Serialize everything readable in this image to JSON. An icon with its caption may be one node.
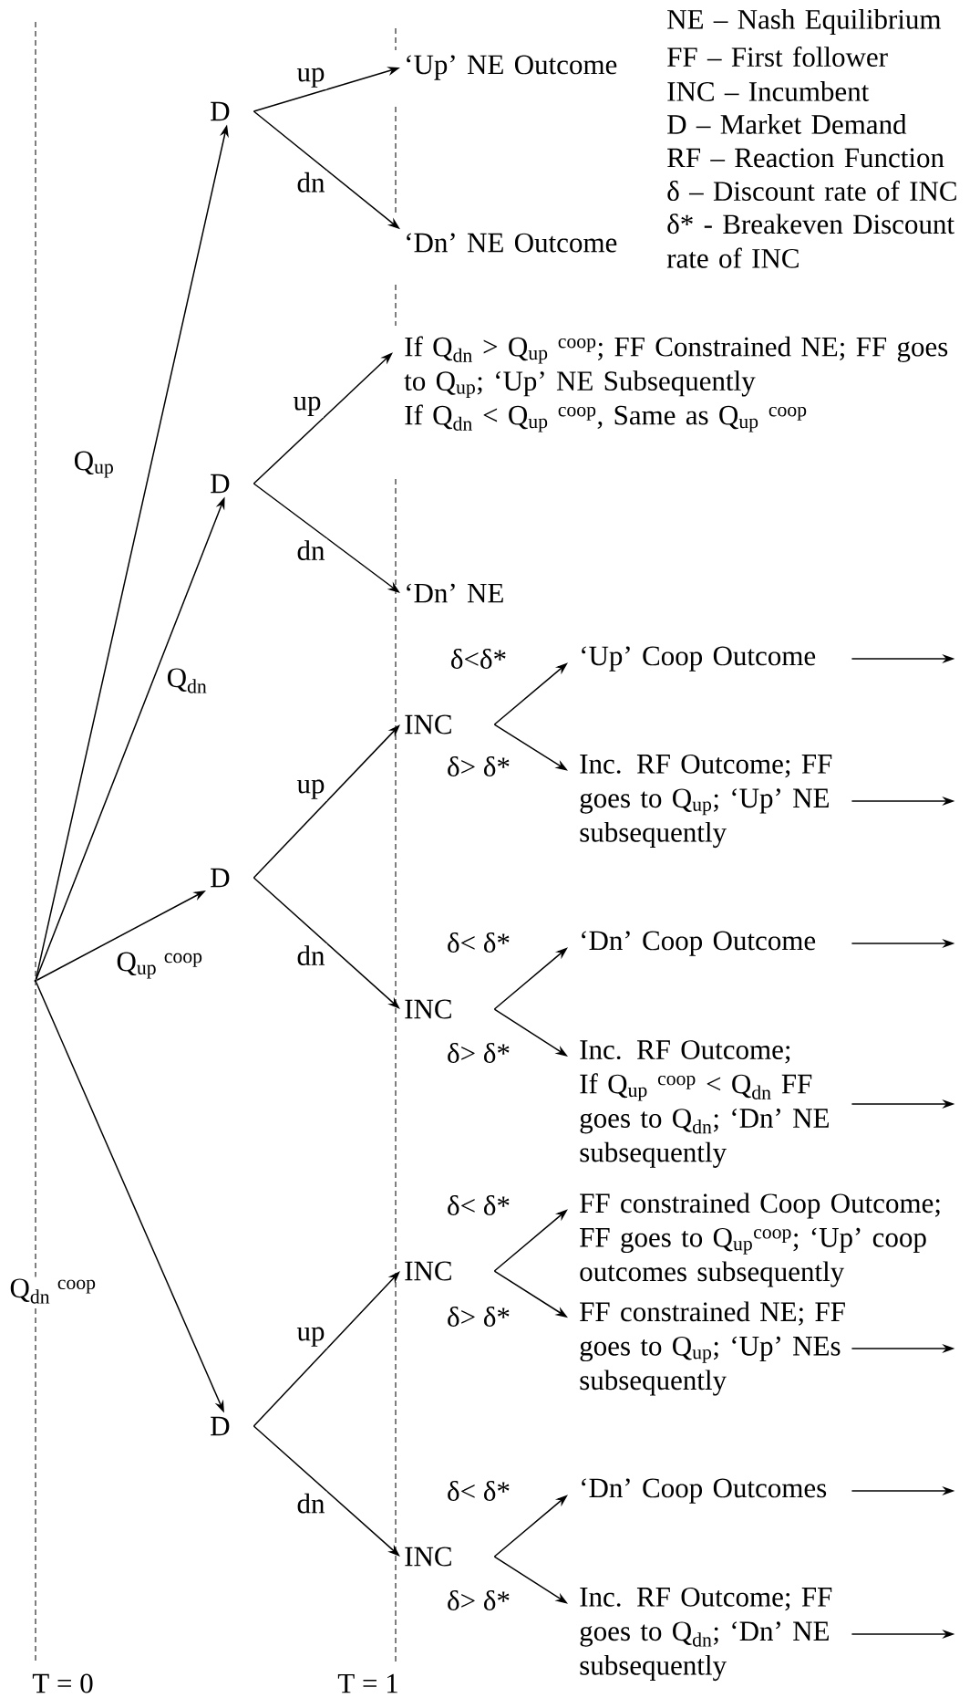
{
  "diagram": {
    "nodes": [
      {
        "text": [],
        "shape": "point"
      },
      {
        "text": [
          "D"
        ]
      },
      {
        "text": [
          "‘Up’ NE Outcome"
        ]
      },
      {
        "text": [
          "‘Dn’ NE Outcome"
        ]
      },
      {
        "text": [
          "D"
        ]
      },
      {
        "text": [
          "If Q$_{dn}$ > Q$_{up}$ $^{coop}$; FF Constrained NE; FF goes to Q$_{up}$; ‘Up’ NE Subsequently",
          "If Q$_{dn}$ < Q$_{up}$ $^{coop}$, Same as Q$_{up}$ $^{coop}$"
        ]
      },
      {
        "text": [
          "‘Dn’ NE"
        ]
      },
      {
        "text": [
          "D"
        ]
      },
      {
        "text": [
          "INC"
        ]
      },
      {
        "text": [
          "‘Up’ Coop Outcome"
        ]
      },
      {
        "text": [
          "Inc. RF Outcome; FF goes to Q$_{up}$; ‘Up’ NE subsequently"
        ]
      },
      {
        "text": [
          "INC"
        ]
      },
      {
        "text": [
          "‘Dn’ Coop Outcome"
        ]
      },
      {
        "text": [
          "Inc. RF Outcome; If Q$_{up}$ $^{coop}$ < Q$_{dn}$ FF goes to Q$_{dn}$; ‘Dn’ NE subsequently"
        ]
      },
      {
        "text": [
          "D"
        ]
      },
      {
        "text": [
          "INC"
        ]
      },
      {
        "text": [
          "FF constrained Coop Outcome; FF goes to Q$_{up}$$^{coop}$; ‘Up’ coop outcomes subsequently"
        ]
      },
      {
        "text": [
          "FF constrained NE; FF goes to Q$_{up}$; ‘Up’ NEs subsequently"
        ]
      },
      {
        "text": [
          "INC"
        ]
      },
      {
        "text": [
          "‘Dn’ Coop Outcomes"
        ]
      },
      {
        "text": [
          "Inc. RF Outcome; FF goes to Q$_{dn}$; ‘Dn’ NE subsequently"
        ]
      }
    ],
    "edges": [
      {
        "from": 0,
        "to": 1,
        "arrow": "to",
        "label": "Q$_{up}$"
      },
      {
        "from": 0,
        "to": 4,
        "arrow": "to",
        "label": "Q$_{dn}$"
      },
      {
        "from": 0,
        "to": 7,
        "arrow": "to",
        "label": "Q$_{up}$ $^{coop}$"
      },
      {
        "from": 0,
        "to": 14,
        "arrow": "to",
        "label": "Q$_{dn}$ $^{coop}$"
      },
      {
        "from": 1,
        "to": 2,
        "arrow": "to",
        "label": "up"
      },
      {
        "from": 1,
        "to": 3,
        "arrow": "to",
        "label": "dn"
      },
      {
        "from": 4,
        "to": 5,
        "arrow": "to",
        "label": "up"
      },
      {
        "from": 4,
        "to": 6,
        "arrow": "to",
        "label": "dn"
      },
      {
        "from": 7,
        "to": 8,
        "arrow": "to",
        "label": "up"
      },
      {
        "from": 7,
        "to": 11,
        "arrow": "to",
        "label": "dn"
      },
      {
        "from": 8,
        "to": 9,
        "arrow": "to",
        "label": "δ<δ*"
      },
      {
        "from": 8,
        "to": 10,
        "arrow": "to",
        "label": "δ> δ*"
      },
      {
        "from": 11,
        "to": 12,
        "arrow": "to",
        "label": "δ< δ*"
      },
      {
        "from": 11,
        "to": 13,
        "arrow": "to",
        "label": "δ> δ*"
      },
      {
        "from": 14,
        "to": 15,
        "arrow": "to",
        "label": "up"
      },
      {
        "from": 14,
        "to": 18,
        "arrow": "to",
        "label": "dn"
      },
      {
        "from": 15,
        "to": 16,
        "arrow": "to",
        "label": "δ< δ*"
      },
      {
        "from": 15,
        "to": 17,
        "arrow": "to",
        "label": "δ> δ*"
      },
      {
        "from": 18,
        "to": 19,
        "arrow": "to",
        "label": "δ< δ*"
      },
      {
        "from": 18,
        "to": 20,
        "arrow": "to",
        "label": "δ> δ*"
      },
      {
        "from": 9,
        "to": null,
        "arrow": "to"
      },
      {
        "from": 10,
        "to": null,
        "arrow": "to"
      },
      {
        "from": 12,
        "to": null,
        "arrow": "to"
      },
      {
        "from": 13,
        "to": null,
        "arrow": "to"
      },
      {
        "from": 17,
        "to": null,
        "arrow": "to"
      },
      {
        "from": 19,
        "to": null,
        "arrow": "to"
      },
      {
        "from": 20,
        "to": null,
        "arrow": "to"
      }
    ],
    "labels": [
      "NE – Nash Equilibrium",
      "FF – First follower",
      "INC – Incumbent",
      "D – Market Demand",
      "RF – Reaction Function",
      "δ – Discount rate of INC",
      "δ* - Breakeven Discount rate of INC",
      "T = 0",
      "T = 1"
    ]
  }
}
